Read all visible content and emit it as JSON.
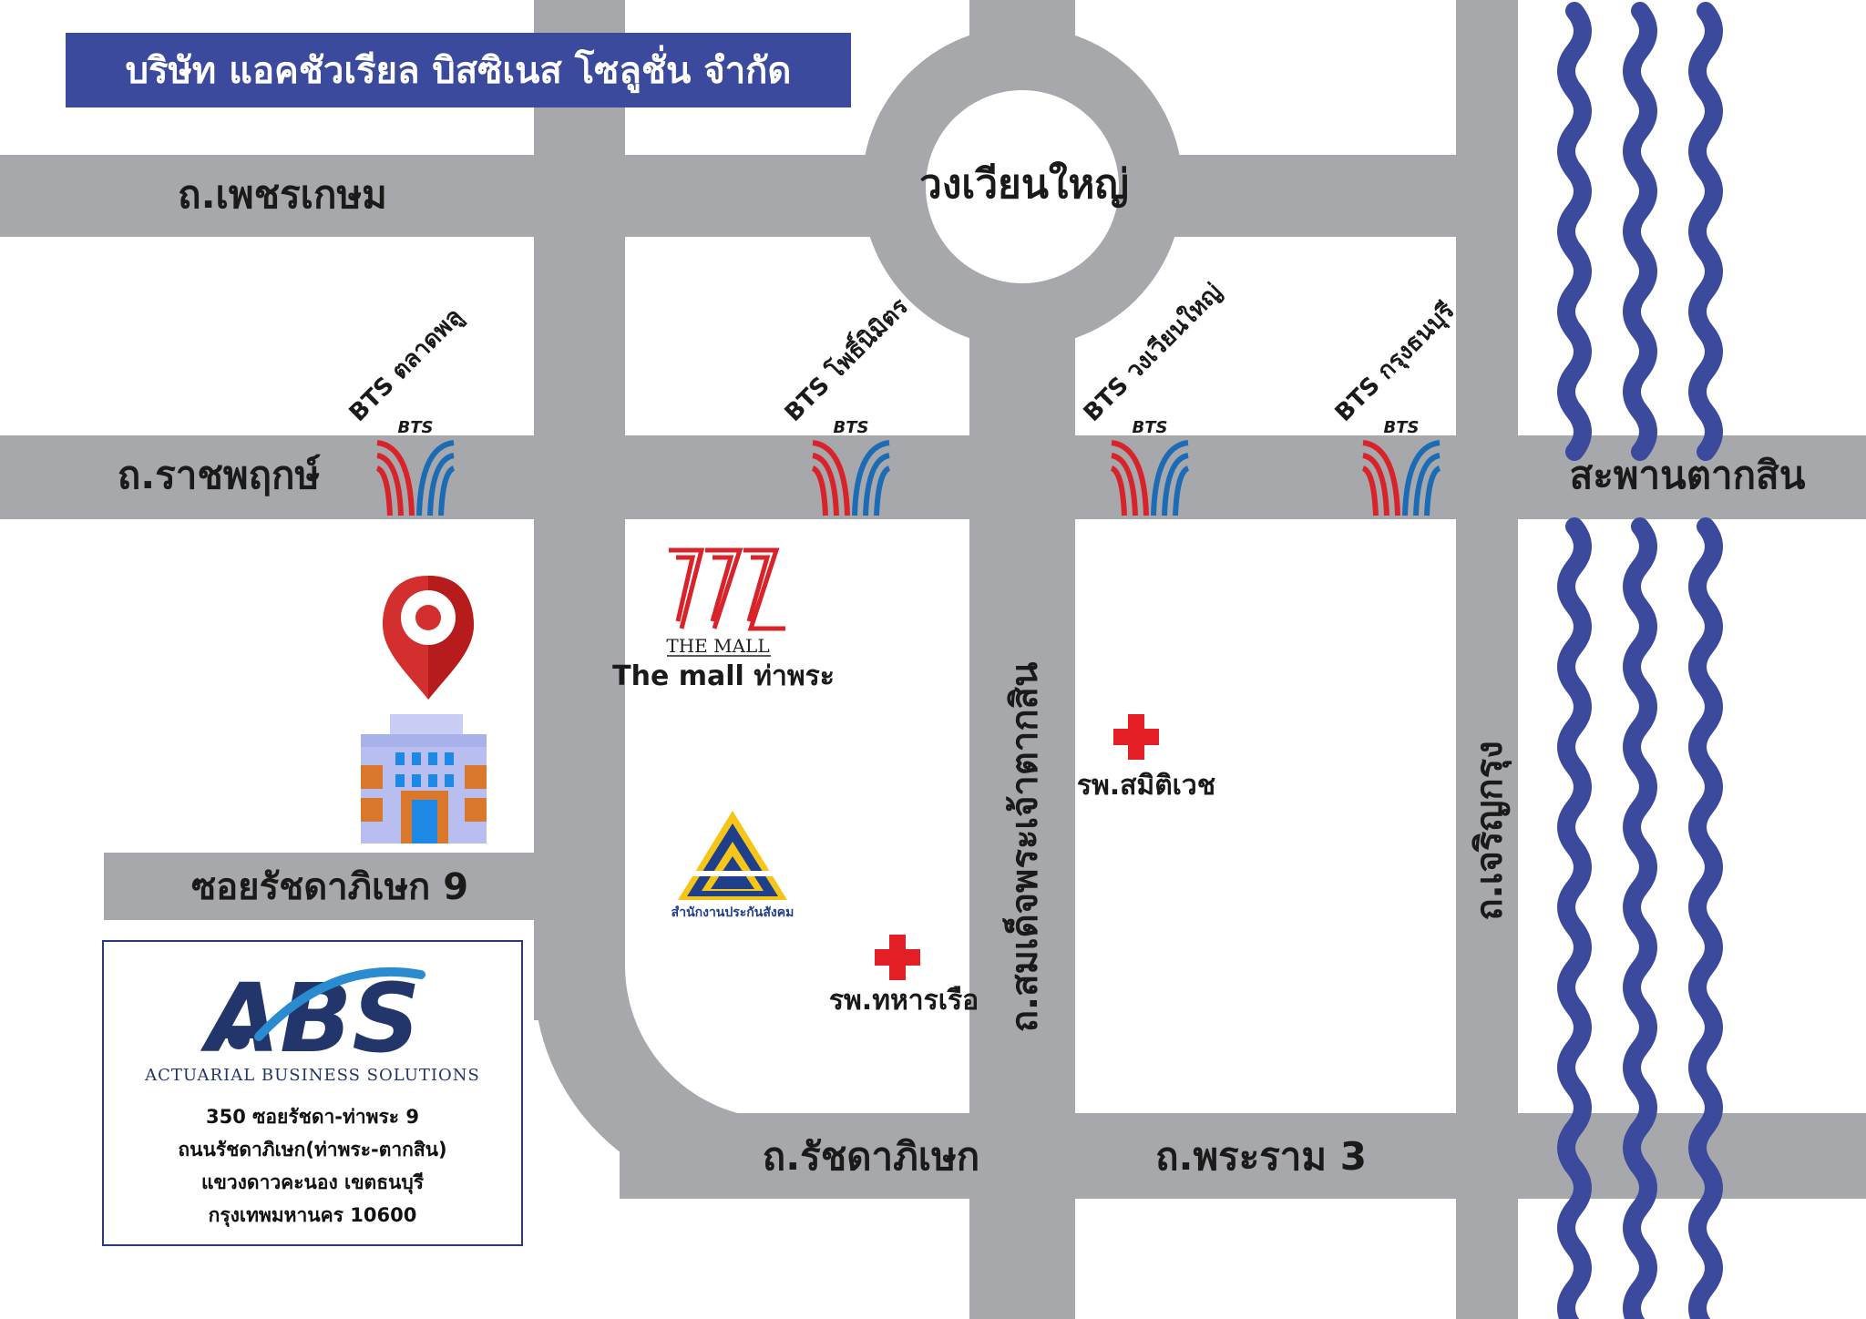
{
  "title": "บริษัท แอคชัวเรียล บิสซิเนส โซลูชั่น จำกัด",
  "landmarks": {
    "roundabout": "วงเวียนใหญ่",
    "bridge": "สะพานตากสิน"
  },
  "roads": {
    "phetkasem": "ถ.เพชรเกษม",
    "ratchaphruek": "ถ.ราชพฤกษ์",
    "soi_ratchada_9": "ซอยรัชดาภิเษก 9",
    "somdet_phra_chao_taksin": "ถ.สมเด็จพระเจ้าตากสิน",
    "charoen_krung": "ถ.เจริญกรุง",
    "ratchadaphisek": "ถ.รัชดาภิเษก",
    "rama_3": "ถ.พระราม 3"
  },
  "bts_stations": [
    {
      "label": "BTS ตลาดพลู"
    },
    {
      "label": "BTS โพธิ์นิมิตร"
    },
    {
      "label": "BTS วงเวียนใหญ่"
    },
    {
      "label": "BTS กรุงธนบุรี"
    }
  ],
  "bts_logo_text": "BTS",
  "pois": {
    "mall_logo_text": "THE MALL",
    "mall_label": "The mall ท่าพระ",
    "sso_label": "สำนักงานประกันสังคม",
    "hospital_samitivej": "รพ.สมิติเวช",
    "hospital_navy": "รพ.ทหารเรือ"
  },
  "company": {
    "logo_text": "ABS",
    "name_en": "ACTUARIAL BUSINESS SOLUTIONS",
    "address_lines": [
      "350 ซอยรัชดา-ท่าพระ 9",
      "ถนนรัชดาภิเษก(ท่าพระ-ตากสิน)",
      "แขวงดาวคะนอง เขตธนบุรี",
      "กรุงเทพมหานคร 10600"
    ]
  },
  "colors": {
    "road": "#a7a8ab",
    "title_bar": "#3b4a9c",
    "river": "#3b4a9c",
    "bts_red": "#d8232a",
    "bts_blue": "#1c6bb5",
    "hospital_cross": "#e31e24",
    "pin": "#d32f2f"
  },
  "icons": [
    "map-pin-icon",
    "office-building-icon",
    "hospital-cross-icon",
    "bts-logo-icon",
    "river-waves-icon"
  ]
}
